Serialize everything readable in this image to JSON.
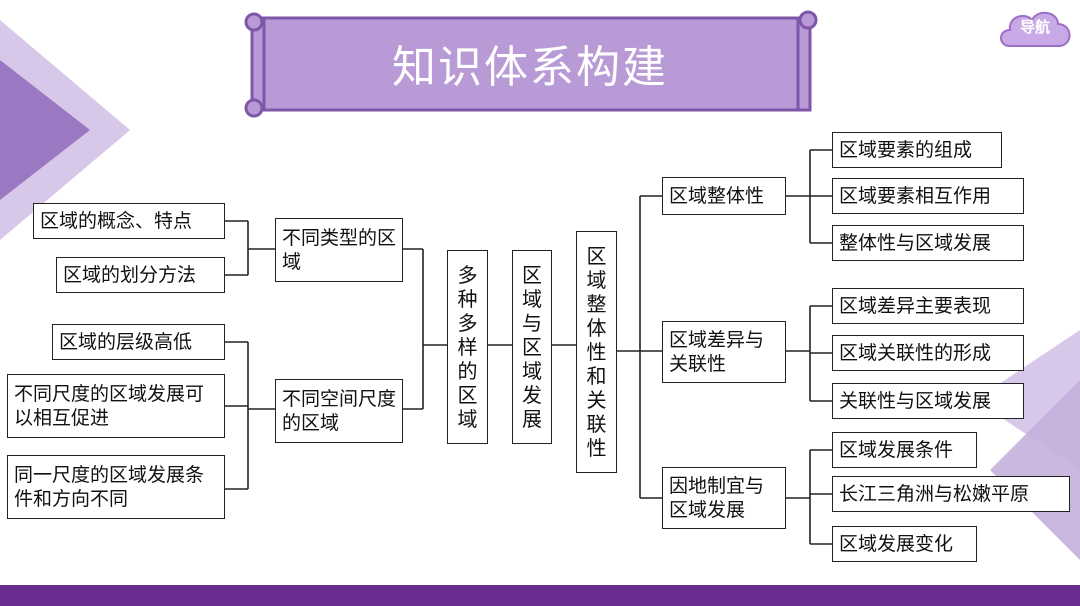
{
  "title": "知识体系构建",
  "nav_label": "导航",
  "colors": {
    "accent": "#b89ad6",
    "accent_dark": "#7e57a8",
    "footer": "#6b2c91"
  },
  "diagram": {
    "left_leaves_group1": [
      "区域的概念、特点",
      "区域的划分方法"
    ],
    "left_leaves_group2": [
      "区域的层级高低",
      "不同尺度的区域发展可以相互促进",
      "同一尺度的区域发展条件和方向不同"
    ],
    "left_mid": [
      "不同类型的区域",
      "不同空间尺度的区域"
    ],
    "center": [
      "多种多样的区域",
      "区域与区域发展",
      "区域整体性和关联性"
    ],
    "right_mid": [
      "区域整体性",
      "区域差异与关联性",
      "因地制宜与区域发展"
    ],
    "right_leaves_group1": [
      "区域要素的组成",
      "区域要素相互作用",
      "整体性与区域发展"
    ],
    "right_leaves_group2": [
      "区域差异主要表现",
      "区域关联性的形成",
      "关联性与区域发展"
    ],
    "right_leaves_group3": [
      "区域发展条件",
      "长江三角洲与松嫩平原",
      "区域发展变化"
    ]
  }
}
